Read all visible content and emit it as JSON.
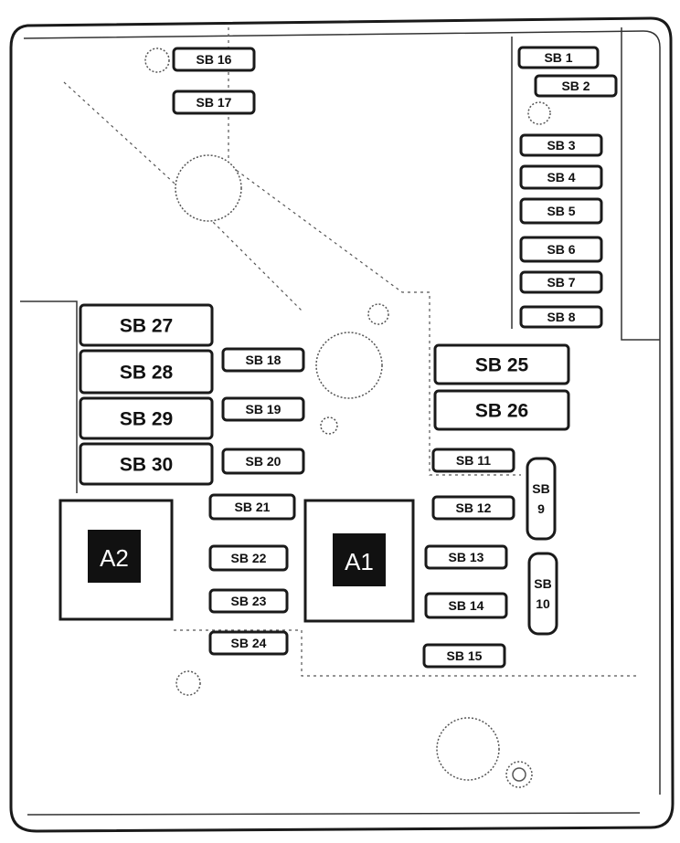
{
  "fuses": [
    {
      "id": "SB 1"
    },
    {
      "id": "SB 2"
    },
    {
      "id": "SB 3"
    },
    {
      "id": "SB 4"
    },
    {
      "id": "SB 5"
    },
    {
      "id": "SB 6"
    },
    {
      "id": "SB 7"
    },
    {
      "id": "SB 8"
    },
    {
      "id": "SB 9",
      "lines": [
        "SB",
        "9"
      ]
    },
    {
      "id": "SB 10",
      "lines": [
        "SB",
        "10"
      ]
    },
    {
      "id": "SB 11"
    },
    {
      "id": "SB 12"
    },
    {
      "id": "SB 13"
    },
    {
      "id": "SB 14"
    },
    {
      "id": "SB 15"
    },
    {
      "id": "SB 16"
    },
    {
      "id": "SB 17"
    },
    {
      "id": "SB 18"
    },
    {
      "id": "SB 19"
    },
    {
      "id": "SB 20"
    },
    {
      "id": "SB 21"
    },
    {
      "id": "SB 22"
    },
    {
      "id": "SB 23"
    },
    {
      "id": "SB 24"
    },
    {
      "id": "SB 25"
    },
    {
      "id": "SB 26"
    },
    {
      "id": "SB 27"
    },
    {
      "id": "SB 28"
    },
    {
      "id": "SB 29"
    },
    {
      "id": "SB 30"
    }
  ],
  "relays": [
    {
      "id": "A1"
    },
    {
      "id": "A2"
    }
  ],
  "colors": {
    "line": "#1a1a1a",
    "background": "#ffffff",
    "relay_tag": "#111111"
  }
}
